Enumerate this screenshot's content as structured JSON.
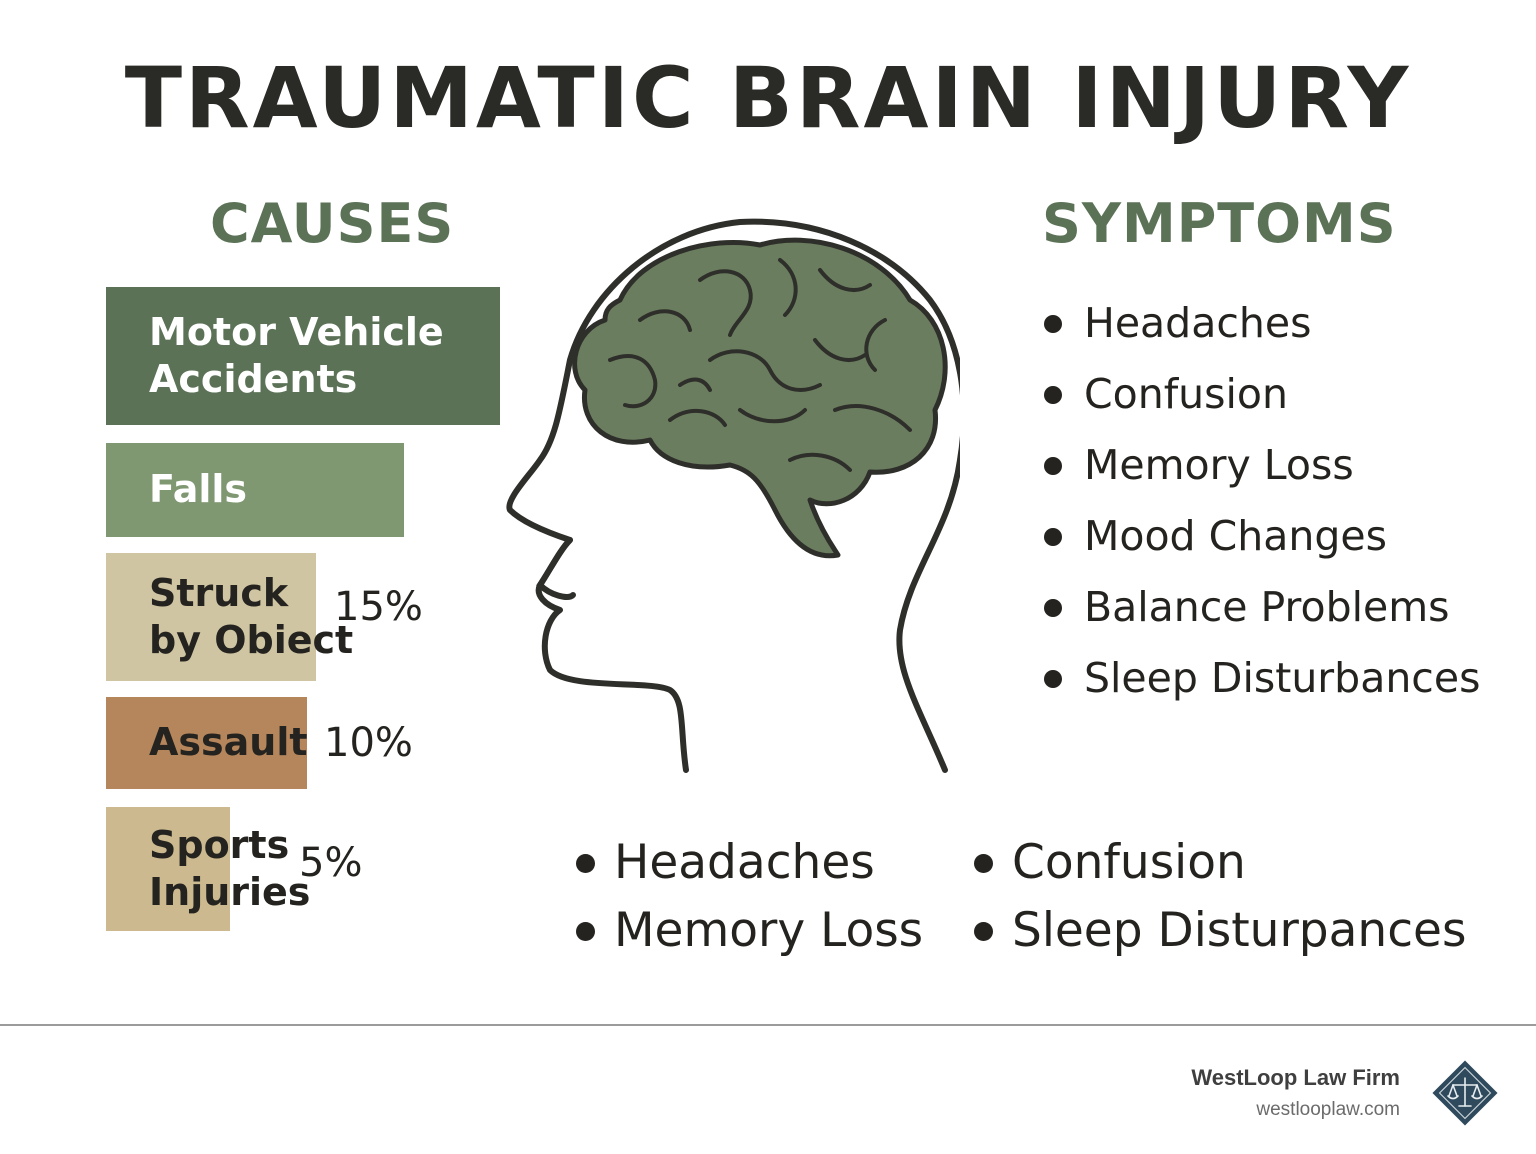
{
  "title": "TRAUMATIC BRAIN INJURY",
  "causes": {
    "heading": "CAUSES",
    "items": [
      {
        "line1": "Motor Vehicle",
        "line2": "Accidents",
        "pct": "",
        "color": "#5b7257"
      },
      {
        "line1": "Falls",
        "line2": "",
        "pct": "",
        "color": "#7f9872"
      },
      {
        "line1": "Struck",
        "line2": "by Obiect",
        "pct": "15%",
        "color": "#cfc5a3"
      },
      {
        "line1": "Assault",
        "line2": "",
        "pct": "10%",
        "color": "#b5865c"
      },
      {
        "line1": "Sports",
        "line2": "Injuries",
        "pct": "5%",
        "color": "#cdb98f"
      }
    ]
  },
  "symptoms": {
    "heading": "SYMPTOMS",
    "items": [
      "Headaches",
      "Confusion",
      "Memory Loss",
      "Mood Changes",
      "Balance Problems",
      "Sleep Disturbances"
    ]
  },
  "bottom_symptoms": [
    "Headaches",
    "Confusion",
    "Memory Loss",
    "Sleep Disturpances"
  ],
  "footer": {
    "firm_name": "WestLoop Law Firm",
    "url": "westlooplaw.com"
  },
  "colors": {
    "heading_green": "#5b7257",
    "brain_fill": "#6b7d5f",
    "logo_blue": "#2f4a5c"
  },
  "icons": {
    "illustration": "head-profile-with-brain",
    "logo": "scales-of-justice-icon"
  }
}
